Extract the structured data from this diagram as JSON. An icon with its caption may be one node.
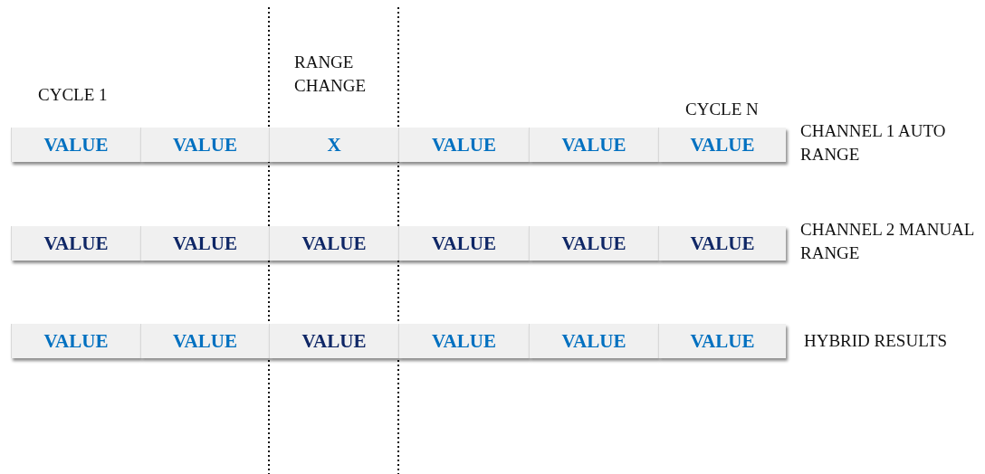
{
  "diagram": {
    "nodes": [
      {
        "text": [
          "VALUE"
        ]
      },
      {
        "text": [
          "VALUE"
        ]
      },
      {
        "text": [
          "X"
        ]
      },
      {
        "text": [
          "VALUE"
        ]
      },
      {
        "text": [
          "VALUE"
        ]
      },
      {
        "text": [
          "VALUE"
        ]
      },
      {
        "text": [
          "VALUE"
        ]
      },
      {
        "text": [
          "VALUE"
        ]
      },
      {
        "text": [
          "VALUE"
        ]
      },
      {
        "text": [
          "VALUE"
        ]
      },
      {
        "text": [
          "VALUE"
        ]
      },
      {
        "text": [
          "VALUE"
        ]
      },
      {
        "text": [
          "VALUE"
        ]
      },
      {
        "text": [
          "VALUE"
        ]
      },
      {
        "text": [
          "VALUE"
        ]
      },
      {
        "text": [
          "VALUE"
        ]
      },
      {
        "text": [
          "VALUE"
        ]
      },
      {
        "text": [
          "VALUE"
        ]
      }
    ],
    "labels": [
      "CYCLE 1",
      "RANGE CHANGE",
      "CYCLE N",
      "CHANNEL 1 AUTO RANGE",
      "CHANNEL 2 MANUAL RANGE",
      "HYBRID RESULTS"
    ]
  }
}
